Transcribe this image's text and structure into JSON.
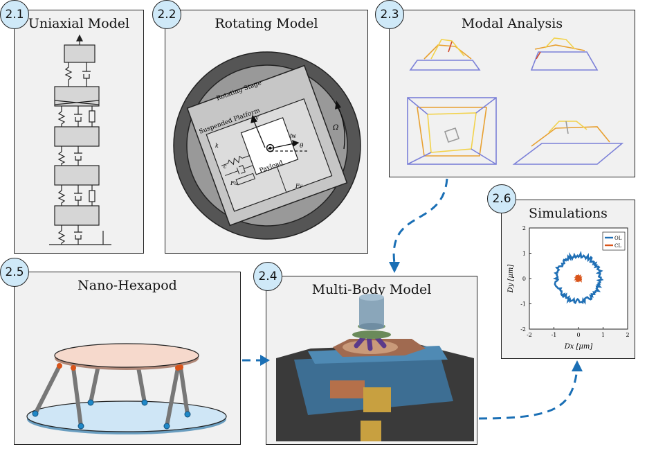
{
  "panels": {
    "p21": {
      "number": "2.1",
      "title": "Uniaxial Model"
    },
    "p22": {
      "number": "2.2",
      "title": "Rotating Model",
      "labels": {
        "rotating_stage": "Rotating Stage",
        "suspended_platform": "Suspended Platform",
        "payload": "Payload",
        "omega": "Ω",
        "theta": "θ",
        "i_v": "i⃗v",
        "i_w": "i⃗w",
        "k": "k",
        "c": "c",
        "fu": "Fu",
        "fv": "Fv"
      }
    },
    "p23": {
      "number": "2.3",
      "title": "Modal Analysis"
    },
    "p24": {
      "number": "2.4",
      "title": "Multi-Body Model"
    },
    "p25": {
      "number": "2.5",
      "title": "Nano-Hexapod"
    },
    "p26": {
      "number": "2.6",
      "title": "Simulations"
    }
  },
  "chart_data": {
    "type": "line",
    "title": "",
    "xlabel": "Dx [μm]",
    "ylabel": "Dy [μm]",
    "xlim": [
      -2,
      2
    ],
    "ylim": [
      -2,
      2
    ],
    "xticks": [
      "-2",
      "-1",
      "0",
      "1",
      "2"
    ],
    "yticks": [
      "2",
      "1",
      "0",
      "-1",
      "-2"
    ],
    "legend_position": "top-right",
    "series": [
      {
        "name": "OL",
        "color": "#1f6fb5",
        "shape": "noisy-circle",
        "radius": 0.9
      },
      {
        "name": "CL",
        "color": "#d9541a",
        "shape": "cluster",
        "radius": 0.08
      }
    ]
  },
  "colors": {
    "badge": "#cfe9f8",
    "panel": "#f1f1f1",
    "arrow": "#1a6fb5"
  }
}
